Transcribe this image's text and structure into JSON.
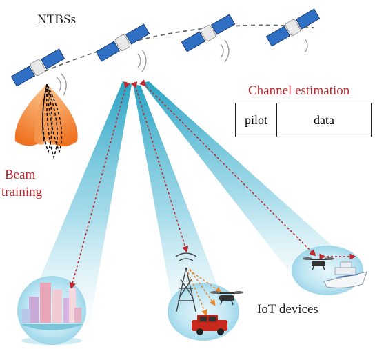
{
  "labels": {
    "ntbs": "NTBSs",
    "beam_line1": "Beam",
    "beam_line2": "training",
    "channel_estimation": "Channel estimation",
    "iot_devices": "IoT devices"
  },
  "frame": {
    "pilot": "pilot",
    "data": "data"
  },
  "colors": {
    "beam_text": "#c0272d",
    "link_arrow": "#c0272d",
    "link_arrow_orange": "#e8862a",
    "beam_cone": "#2aa3c2",
    "orange_beam": "#f07a22",
    "solar_panel": "#2f6fc4",
    "ground_disc": "#bfe6f2"
  },
  "icons": [
    "satellite-icon",
    "city-icon",
    "cell-tower-icon",
    "drone-icon",
    "car-icon",
    "ship-icon"
  ]
}
